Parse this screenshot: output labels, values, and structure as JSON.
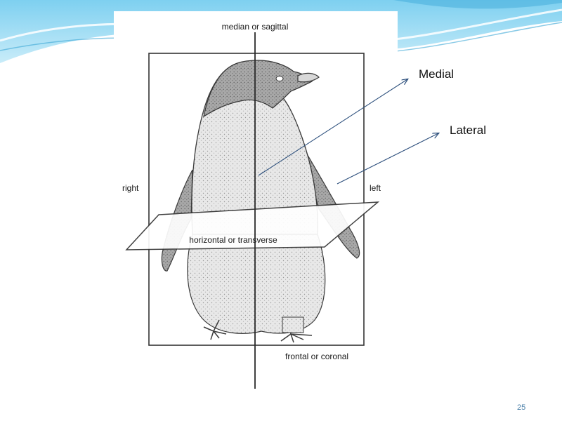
{
  "diagram": {
    "label_median": "median or sagittal",
    "label_right": "right",
    "label_left": "left",
    "label_horizontal": "horizontal or transverse",
    "label_frontal": "frontal or coronal"
  },
  "callouts": {
    "medial": "Medial",
    "lateral": "Lateral"
  },
  "colors": {
    "wave_light": "#cfeefa",
    "wave_mid": "#8fd6f2",
    "wave_dark": "#3aa7d6",
    "arrow": "#2c4f7c",
    "page_number": "#4a7fa8"
  },
  "slide": {
    "page_number": "25"
  }
}
